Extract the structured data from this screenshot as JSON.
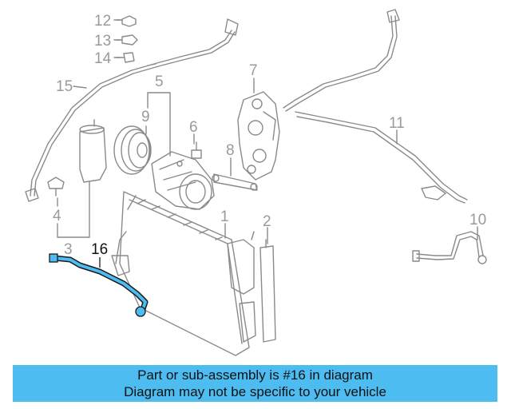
{
  "diagram": {
    "callouts": {
      "c1": "1",
      "c2": "2",
      "c3": "3",
      "c4": "4",
      "c5": "5",
      "c6": "6",
      "c7": "7",
      "c8": "8",
      "c9": "9",
      "c10": "10",
      "c11": "11",
      "c12": "12",
      "c13": "13",
      "c14": "14",
      "c15": "15",
      "c16": "16"
    },
    "highlight_part": "16",
    "colors": {
      "line": "#8a8a8a",
      "highlight": "#4dbdf1",
      "highlight_stroke": "#1a1a1a"
    }
  },
  "banner": {
    "line1": "Part or sub-assembly is #16 in diagram",
    "line2": "Diagram may not be specific to your vehicle",
    "color": "#4dbdf1"
  }
}
